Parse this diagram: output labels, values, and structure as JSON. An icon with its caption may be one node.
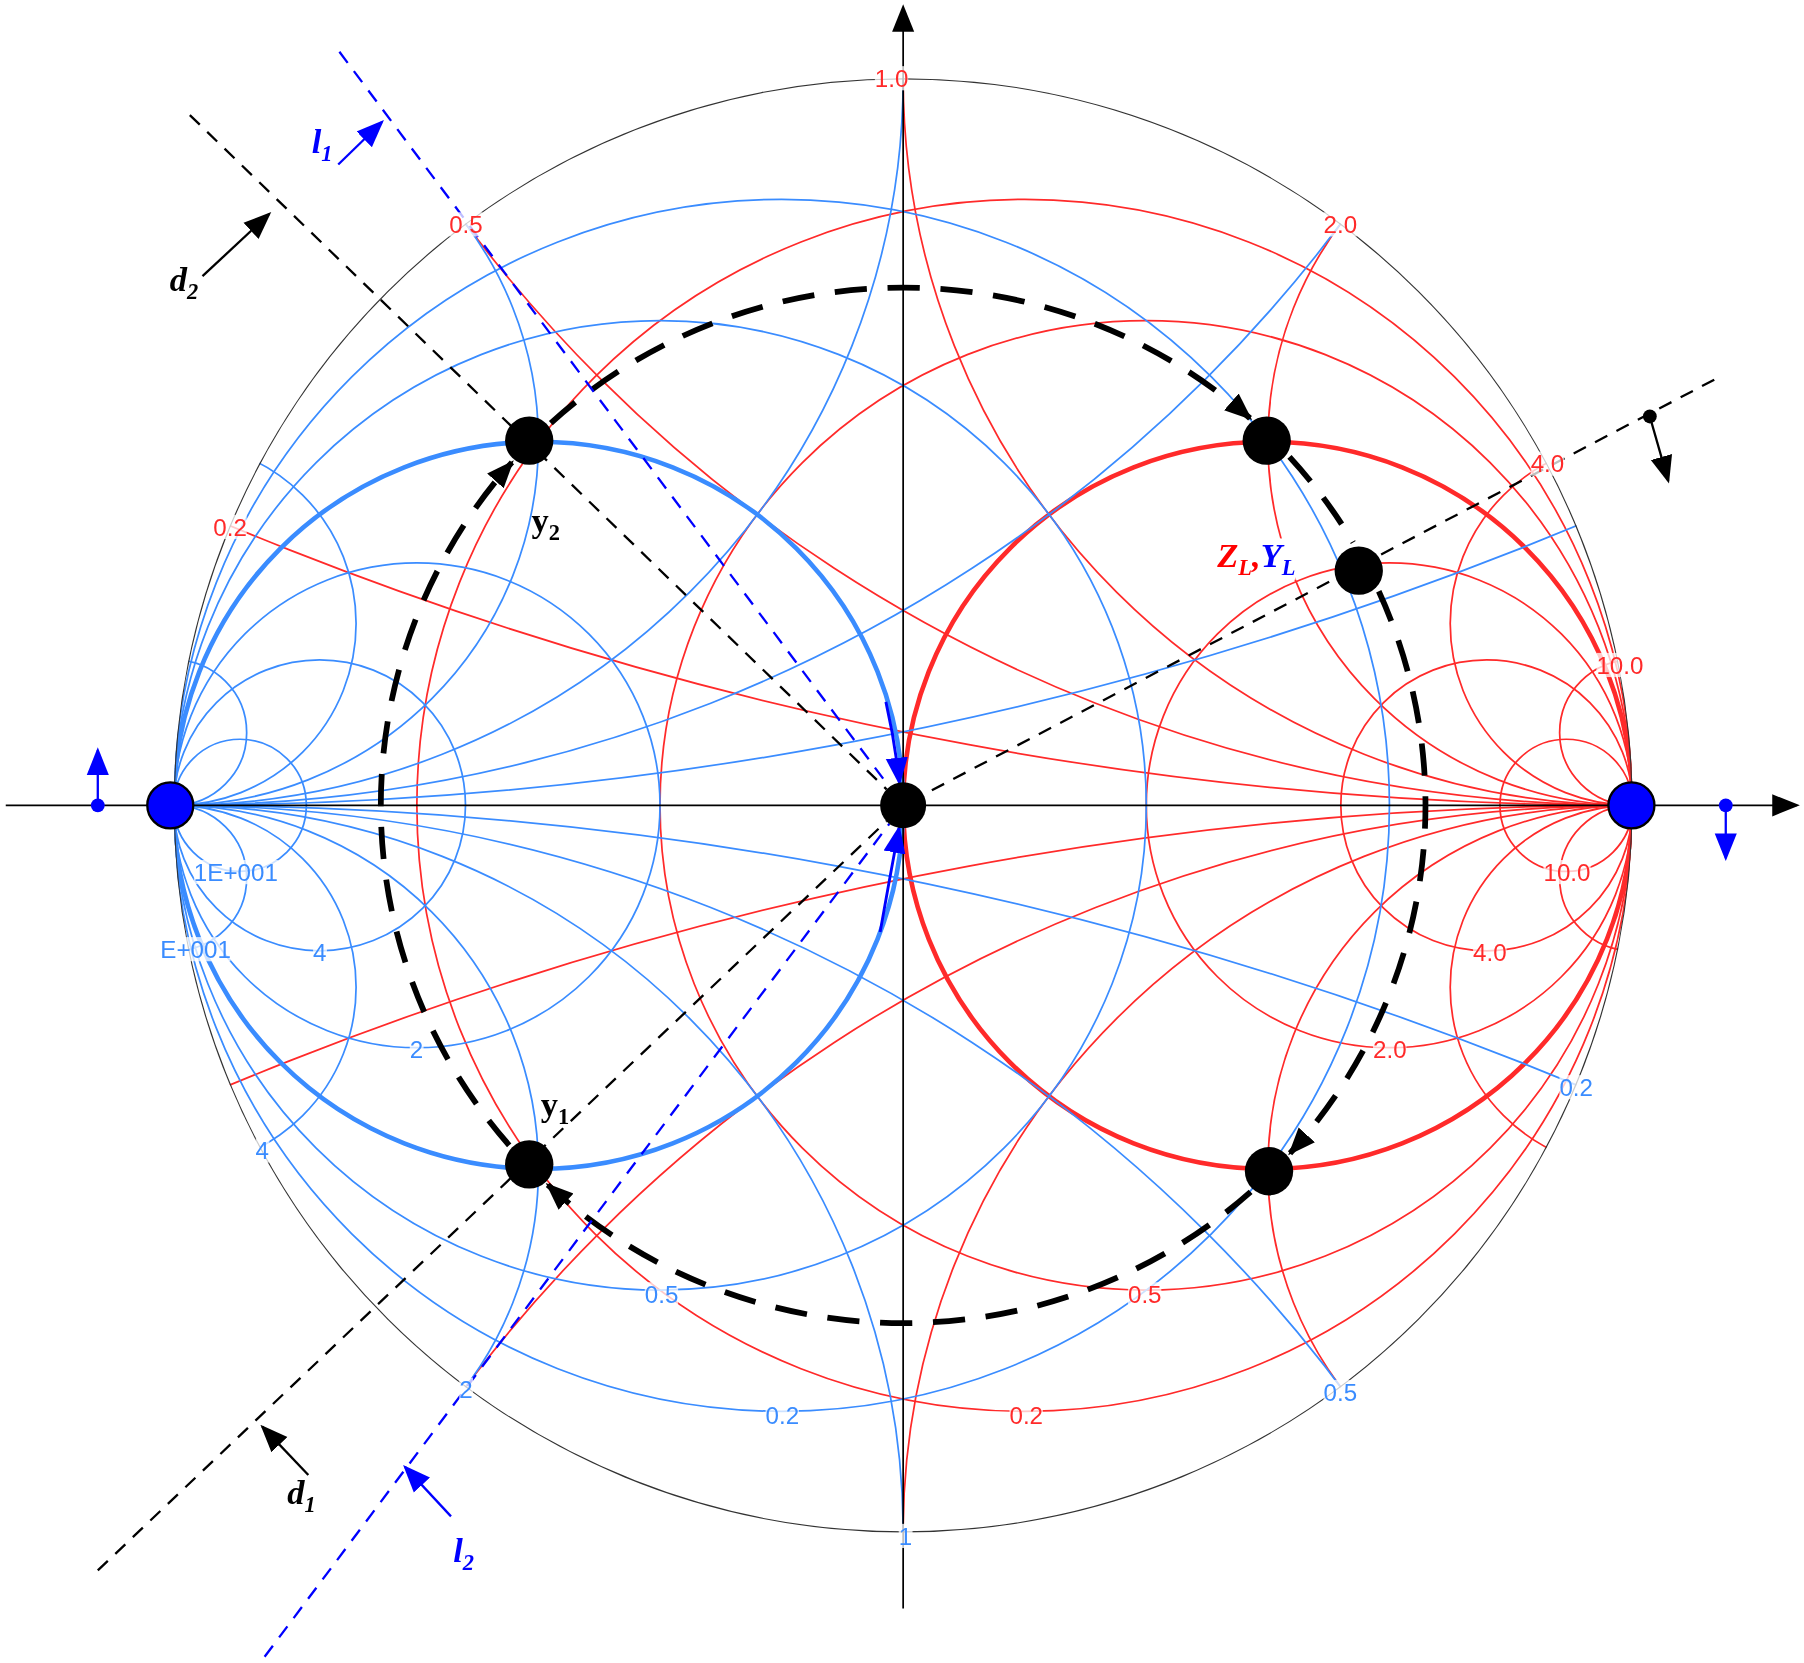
{
  "diagram": {
    "nodes": [
      {
        "text": [
          "l$_{1}$"
        ]
      },
      {
        "text": [
          "d$_{2}$"
        ]
      },
      {
        "text": [],
        "shape": "circle",
        "beside": [
          "y$_{2}$"
        ]
      },
      {
        "text": [],
        "shape": "circle"
      },
      {
        "text": [],
        "shape": "circle",
        "beside": [
          "Z$_{L}$,",
          "Y$_{L}$"
        ]
      },
      {
        "text": [],
        "shape": "circle"
      },
      {
        "text": [],
        "shape": "circle"
      },
      {
        "text": [],
        "shape": "circle"
      },
      {
        "text": [],
        "shape": "circle",
        "beside": [
          "y$_{1}$"
        ]
      },
      {
        "text": [],
        "shape": "circle"
      },
      {
        "text": [
          "d$_{1}$"
        ]
      },
      {
        "text": [
          "l$_{2}$"
        ]
      }
    ],
    "edges": [
      {
        "from": 2,
        "to": 3,
        "arrow": "to",
        "style": "dashed"
      },
      {
        "from": 3,
        "to": 4,
        "arrow": "none",
        "style": "dashed"
      },
      {
        "from": 4,
        "to": 9,
        "arrow": "to",
        "style": "dashed"
      },
      {
        "from": 9,
        "to": 8,
        "arrow": "to",
        "style": "dashed"
      },
      {
        "from": 8,
        "to": 2,
        "arrow": "to",
        "style": "dashed"
      },
      {
        "from": 0,
        "to": null,
        "arrow": "to",
        "color": "#0000ff"
      },
      {
        "from": 1,
        "to": null,
        "arrow": "to"
      },
      {
        "from": 10,
        "to": null,
        "arrow": "to"
      },
      {
        "from": 11,
        "to": null,
        "arrow": "to",
        "color": "#0000ff"
      },
      {
        "from": null,
        "to": 6,
        "arrow": "none",
        "style": "dashed"
      },
      {
        "from": null,
        "to": 6,
        "arrow": "none",
        "style": "dashed"
      },
      {
        "from": null,
        "to": 6,
        "arrow": "none",
        "style": "dashed"
      },
      {
        "from": null,
        "to": 6,
        "arrow": "none",
        "style": "dashed",
        "color": "#0000ff"
      },
      {
        "from": null,
        "to": 6,
        "arrow": "none",
        "style": "dashed",
        "color": "#0000ff"
      },
      {
        "from": null,
        "to": 6,
        "arrow": "to",
        "color": "#0000ff"
      },
      {
        "from": null,
        "to": 6,
        "arrow": "to",
        "color": "#0000ff"
      }
    ],
    "labels": [
      "1.0",
      "0.5",
      "2.0",
      "4.0",
      "0.2",
      "10.0",
      "1E+001",
      "10.0",
      "E+001",
      "4",
      "4.0",
      "2",
      "2.0",
      "0.2",
      "4",
      "0.5",
      "0.5",
      "2",
      "0.5",
      "0.2",
      "0.2",
      "1"
    ]
  }
}
